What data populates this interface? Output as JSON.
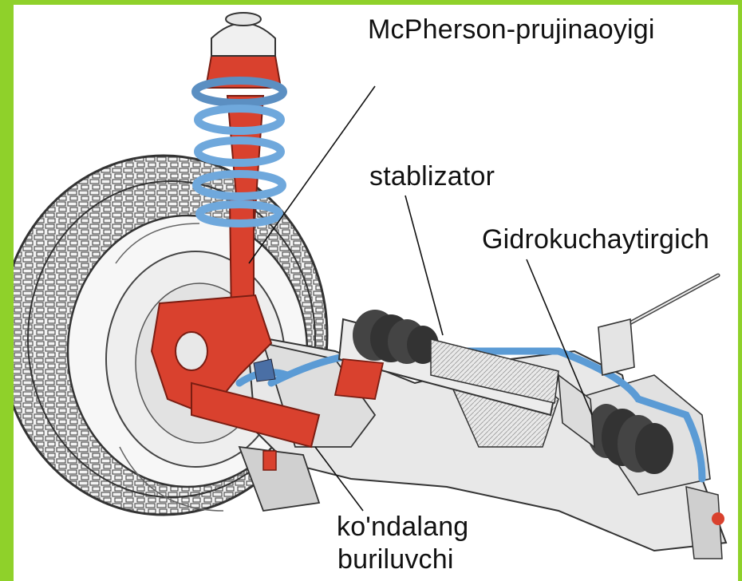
{
  "colors": {
    "frame_green": "#8fd12a",
    "strut_red": "#d9412e",
    "spring_blue": "#6fa8dc",
    "line_blue": "#5b9bd5",
    "metal_grey": "#d8d8d8",
    "ink": "#1a1a1a"
  },
  "labels": {
    "mcpherson": "McPherson-prujinaoyigi",
    "stablizator": "stablizator",
    "gidrokuchaytirgich": "Gidrokuchaytirgich",
    "kondalang_line1": "ko'ndalang",
    "kondalang_line2": "buriluvchi"
  },
  "icons": {
    "wheel": "tire-wheel-icon",
    "strut": "mcpherson-strut-icon",
    "rack": "steering-rack-icon"
  }
}
